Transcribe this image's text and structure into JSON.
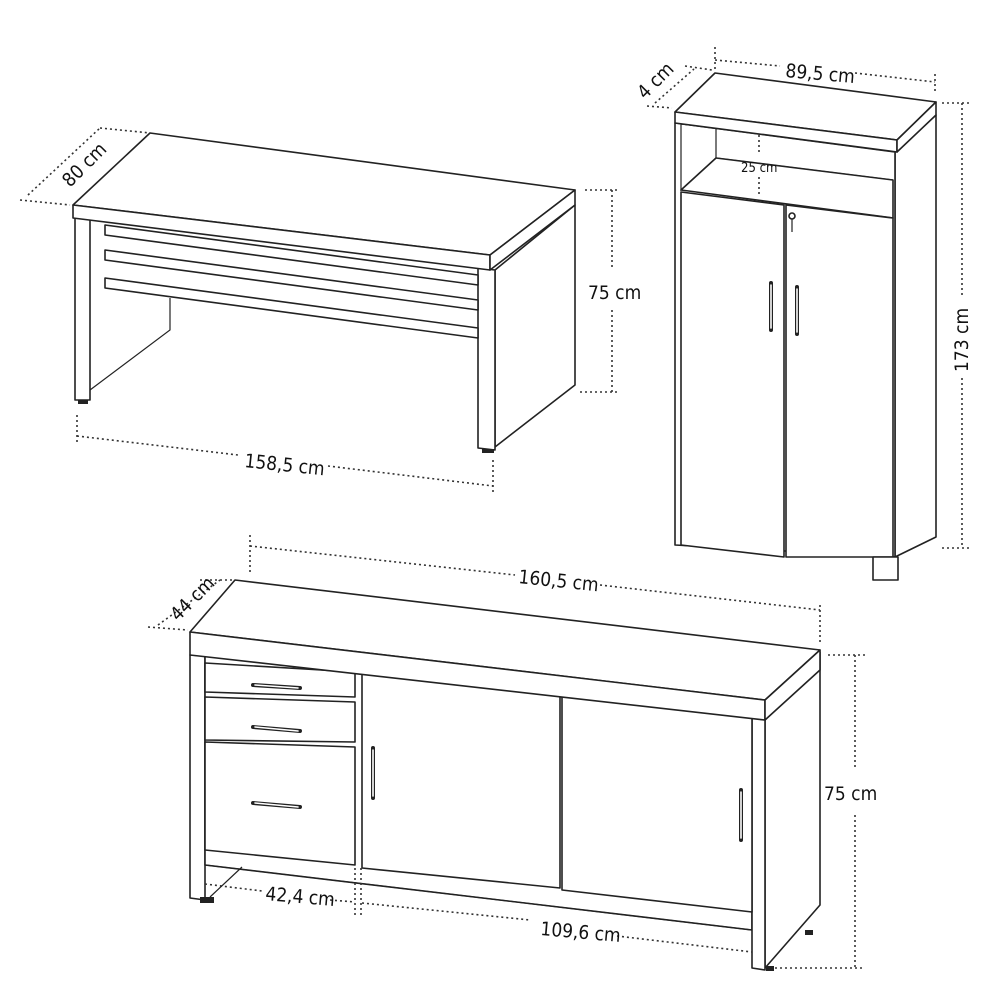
{
  "desk": {
    "depth": "80 cm",
    "height": "75 cm",
    "width": "158,5 cm"
  },
  "cabinet": {
    "depth": "4 cm",
    "width": "89,5 cm",
    "niche_height": "25 cm",
    "height": "173 cm"
  },
  "sideboard": {
    "width": "160,5 cm",
    "depth": "44 cm",
    "height": "75 cm",
    "drawer_section_width": "42,4 cm",
    "door_section_width": "109,6 cm"
  },
  "colors": {
    "line": "#222222",
    "background": "#ffffff"
  }
}
